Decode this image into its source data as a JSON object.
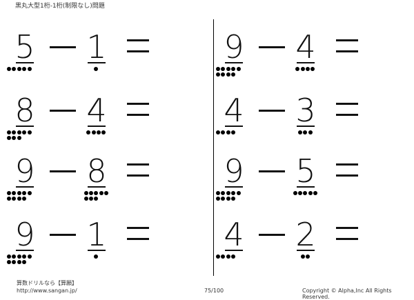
{
  "header": {
    "title": "黒丸大型1桁-1桁(制限なし)問題"
  },
  "problems": [
    {
      "a": "5",
      "a_count": 5,
      "b": "1",
      "b_count": 1
    },
    {
      "a": "8",
      "a_count": 8,
      "b": "4",
      "b_count": 4
    },
    {
      "a": "9",
      "a_count": 9,
      "b": "8",
      "b_count": 8
    },
    {
      "a": "9",
      "a_count": 9,
      "b": "1",
      "b_count": 1
    },
    {
      "a": "9",
      "a_count": 9,
      "b": "4",
      "b_count": 4
    },
    {
      "a": "4",
      "a_count": 4,
      "b": "3",
      "b_count": 3
    },
    {
      "a": "9",
      "a_count": 9,
      "b": "5",
      "b_count": 5
    },
    {
      "a": "4",
      "a_count": 4,
      "b": "2",
      "b_count": 2
    }
  ],
  "footer": {
    "brand": "算数ドリルなら【算願】",
    "url": "http://www.sangan.jp/",
    "page": "75/100",
    "copyright": "Copyright © Alpha,Inc All Rights Reserved."
  }
}
